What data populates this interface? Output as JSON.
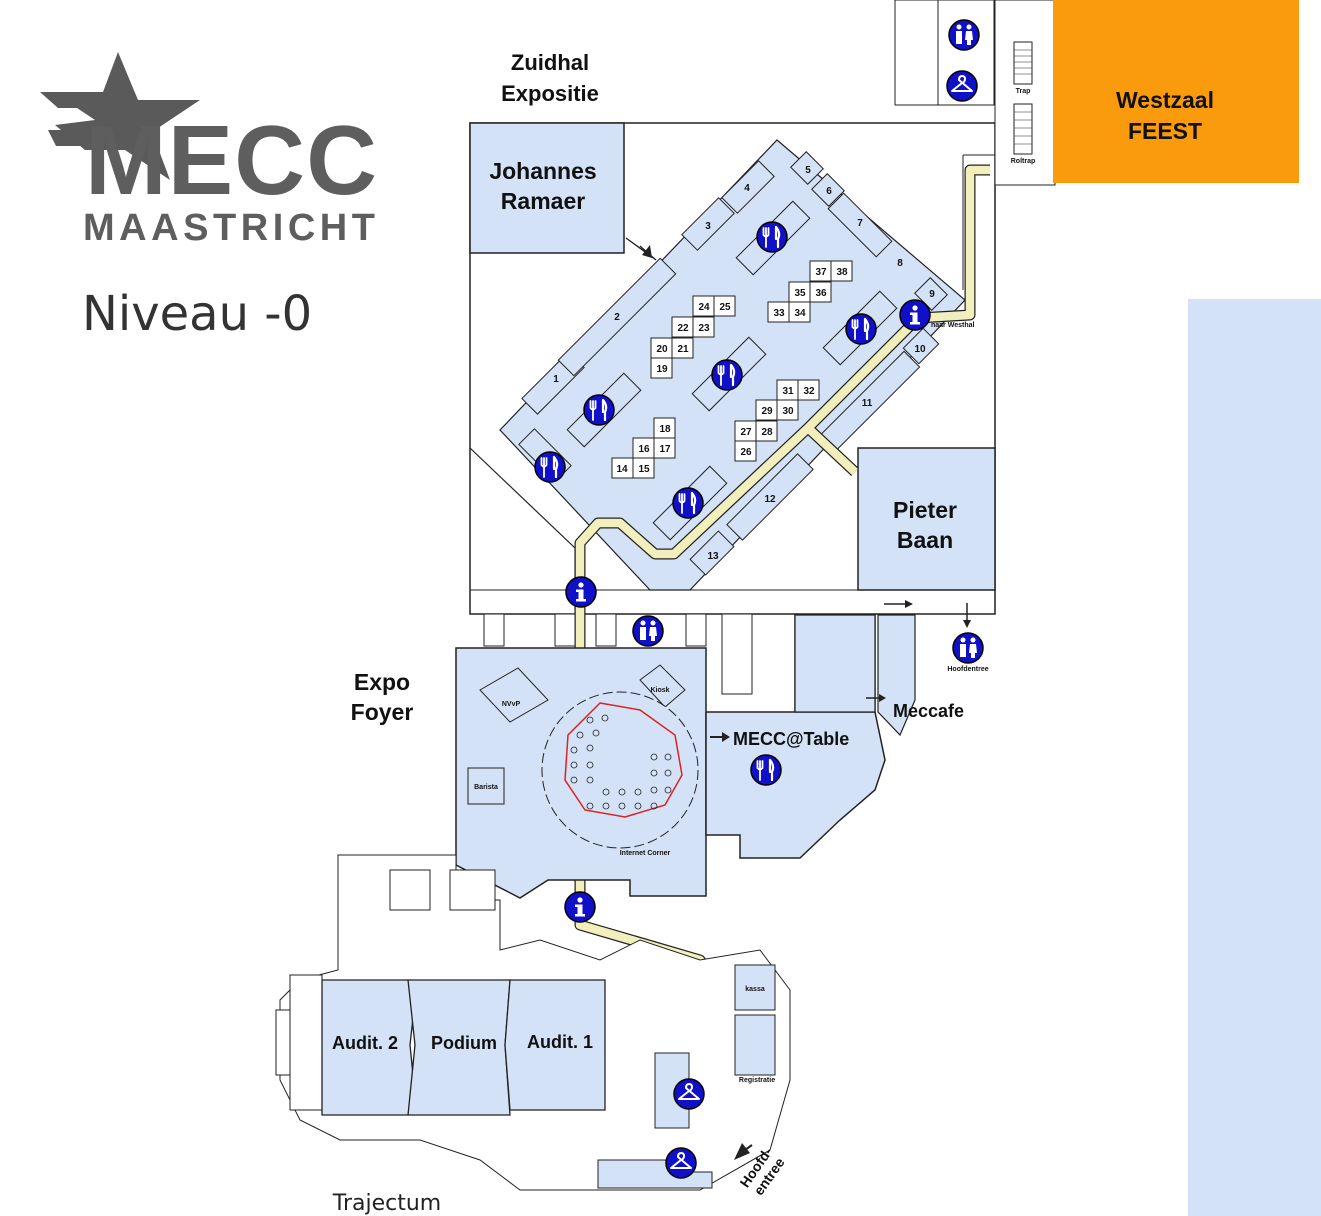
{
  "logo": {
    "brand": "MECC",
    "city": "MAASTRICHT"
  },
  "level": "Niveau -0",
  "colors": {
    "hall": "#d4e2f7",
    "route": "#f2efbd",
    "info": "#1010c8",
    "feest": "#f99b0c",
    "line": "#222222"
  },
  "halls": {
    "zuidhal_line1": "Zuidhal",
    "zuidhal_line2": "Expositie",
    "johannes_line1": "Johannes",
    "johannes_line2": "Ramaer",
    "pieter_line1": "Pieter",
    "pieter_line2": "Baan",
    "westzaal_line1": "Westzaal",
    "westzaal_line2": "FEEST",
    "expo_line1": "Expo",
    "expo_line2": "Foyer",
    "mecc_table": "MECC@Table",
    "meccafe": "Meccafe",
    "audit2": "Audit. 2",
    "podium": "Podium",
    "audit1": "Audit. 1",
    "trajectum": "Trajectum",
    "hoofdentree_line1": "Hoofd-",
    "hoofdentree_line2": "entree",
    "hoofdentree_small": "Hoofdentree"
  },
  "small_labels": {
    "nvvp": "NVvP",
    "kiosk": "Kiosk",
    "barista": "Barista",
    "registratie": "Registratie",
    "trap": "Trap",
    "roltrap": "Roltrap",
    "naar_westhal": "naar Westhal",
    "internet_corner": "Internet Corner",
    "kassa": "kassa"
  },
  "stands": [
    "1",
    "2",
    "3",
    "4",
    "5",
    "6",
    "7",
    "8",
    "9",
    "10",
    "11",
    "12",
    "13",
    "14",
    "15",
    "16",
    "17",
    "18",
    "19",
    "20",
    "21",
    "22",
    "23",
    "24",
    "25",
    "26",
    "27",
    "28",
    "29",
    "30",
    "31",
    "32",
    "33",
    "34",
    "35",
    "36",
    "37",
    "38"
  ],
  "icons": {
    "info": "info-icon",
    "restaurant": "cutlery-icon",
    "toilet": "toilet-icon",
    "cloakroom": "coat-hanger-icon"
  }
}
